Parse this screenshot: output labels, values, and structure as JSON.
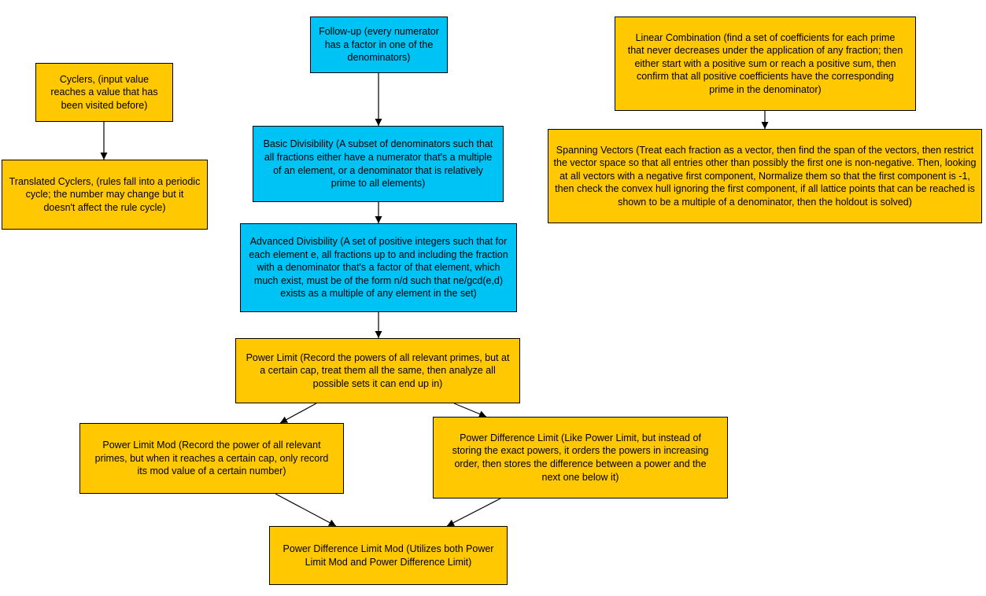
{
  "colors": {
    "yellow_fill": "#ffc800",
    "blue_fill": "#00c3f5",
    "border": "#000000",
    "edge": "#000000",
    "background": "#ffffff"
  },
  "nodes": [
    {
      "id": "followup",
      "fill": "blue",
      "text": "Follow-up (every numerator has a factor in one of the denominators)"
    },
    {
      "id": "cyclers",
      "fill": "yellow",
      "text": "Cyclers, (input value reaches a value that has been visited before)"
    },
    {
      "id": "translated_cyclers",
      "fill": "yellow",
      "text": "Translated Cyclers, (rules fall into a periodic cycle; the number may change but it doesn't affect the rule cycle)"
    },
    {
      "id": "basic_divisibility",
      "fill": "blue",
      "text": "Basic Divisibility (A subset of denominators such that all fractions either have a numerator that's a multiple of an element, or a denominator that is relatively prime to all elements)"
    },
    {
      "id": "advanced_divisibility",
      "fill": "blue",
      "text": "Advanced Divisbility (A set of positive integers such that for each element e, all fractions up to and including the fraction with a denominator that's a factor of that element, which much exist, must be of the form n/d such that ne/gcd(e,d) exists as a multiple of any element in the set)"
    },
    {
      "id": "power_limit",
      "fill": "yellow",
      "text": "Power Limit (Record the powers of all relevant primes, but at a certain cap, treat them all the same, then analyze all possible sets it can end up in)"
    },
    {
      "id": "power_limit_mod",
      "fill": "yellow",
      "text": "Power Limit Mod (Record the power of all relevant primes, but when it reaches a certain cap, only record its mod value of a certain number)"
    },
    {
      "id": "power_difference_limit",
      "fill": "yellow",
      "text": "Power Difference Limit (Like Power Limit, but instead of storing the exact powers, it orders the powers in increasing order, then stores the difference between a power and the next one below it)"
    },
    {
      "id": "power_difference_limit_mod",
      "fill": "yellow",
      "text": "Power Difference Limit Mod (Utilizes both Power Limit Mod and Power Difference Limit)"
    },
    {
      "id": "linear_combination",
      "fill": "yellow",
      "text": "Linear Combination (find a set of coefficients for each prime that never decreases under the application of any fraction; then either start with a positive sum or reach a positive sum, then confirm that all positive coefficients have the corresponding prime in the denominator)"
    },
    {
      "id": "spanning_vectors",
      "fill": "yellow",
      "text": "Spanning Vectors (Treat each fraction as a vector, then find the span of the vectors, then restrict the vector space so that all entries other than possibly the first one is non-negative. Then, looking at all vectors with a negative first component, Normalize them so that the first component is -1, then check the convex hull ignoring the first component, if all lattice points that can be reached is shown to be a multiple of a denominator, then the holdout is solved)"
    }
  ],
  "edges": [
    {
      "from": "followup",
      "to": "basic_divisibility"
    },
    {
      "from": "cyclers",
      "to": "translated_cyclers"
    },
    {
      "from": "basic_divisibility",
      "to": "advanced_divisibility"
    },
    {
      "from": "advanced_divisibility",
      "to": "power_limit"
    },
    {
      "from": "power_limit",
      "to": "power_limit_mod"
    },
    {
      "from": "power_limit",
      "to": "power_difference_limit"
    },
    {
      "from": "power_limit_mod",
      "to": "power_difference_limit_mod"
    },
    {
      "from": "power_difference_limit",
      "to": "power_difference_limit_mod"
    },
    {
      "from": "linear_combination",
      "to": "spanning_vectors"
    }
  ]
}
